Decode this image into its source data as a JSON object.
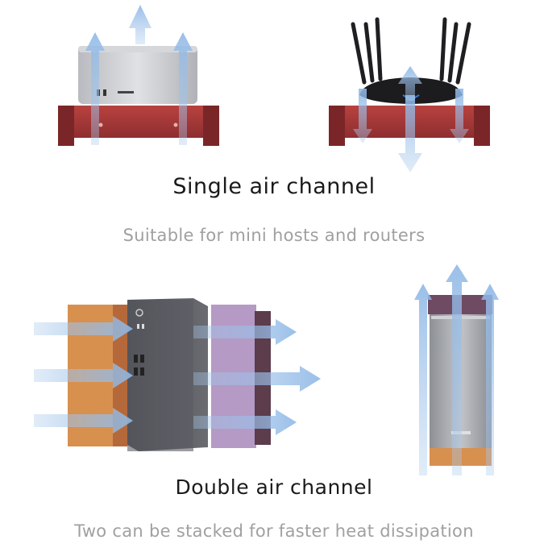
{
  "section_single": {
    "title": "Single air channel",
    "subtitle": "Suitable for mini hosts and routers"
  },
  "section_double": {
    "title": "Double air channel",
    "subtitle": "Two can be stacked for faster heat dissipation"
  },
  "colors": {
    "stand_red": "#a8393a",
    "stand_orange": "#d8904f",
    "stand_purple": "#a98ab8",
    "airflow_arrow": "#a9c9ec",
    "device_silver": "#c9cbd0",
    "device_dark": "#55575c"
  },
  "illustrations": [
    "mini-pc-on-red-stand",
    "router-on-red-stand",
    "pc-between-orange-and-purple-stands",
    "tower-pc-on-orange-stand"
  ]
}
